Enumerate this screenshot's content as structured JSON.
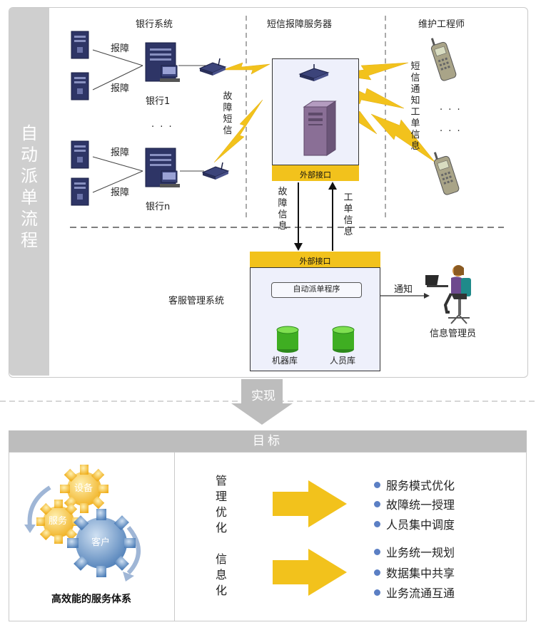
{
  "process_title": "自动派单流程",
  "sections": {
    "bank": "银行系统",
    "sms_server": "短信报障服务器",
    "engineer": "维护工程师"
  },
  "bank_links": {
    "report_1": "报障",
    "report_2": "报障",
    "report_3": "报障",
    "report_4": "报障"
  },
  "banks": {
    "bank1": "银行1",
    "bank_n": "银行n",
    "ellipsis": "· · ·"
  },
  "fault_sms": "故障短信",
  "notify_sms": "短信通知工单信息",
  "phone_ellipsis_1": "· · ·",
  "phone_ellipsis_2": "· · ·",
  "external_interface_top": "外部接口",
  "fault_info": "故障信息",
  "ticket_info": "工单信息",
  "customer_service": {
    "label": "客服管理系统",
    "external_interface": "外部接口",
    "dispatch_program": "自动派单程序",
    "machine_db": "机器库",
    "staff_db": "人员库"
  },
  "notify": "通知",
  "info_manager": "信息管理员",
  "implement": "实现",
  "goal": "目标",
  "gears": {
    "device": "设备",
    "service": "服务",
    "customer": "客户"
  },
  "caption": "高效能的服务体系",
  "groups": [
    {
      "title": "管理优化",
      "items": [
        "服务模式优化",
        "故障统一授理",
        "人员集中调度"
      ]
    },
    {
      "title": "信息化",
      "items": [
        "业务统一规划",
        "数据集中共享",
        "业务流通互通"
      ]
    }
  ],
  "colors": {
    "accent_yellow": "#f2c21c",
    "server_navy": "#2e3566",
    "band_gray": "#cfcfcf",
    "bullet_blue": "#5b7fc4"
  }
}
